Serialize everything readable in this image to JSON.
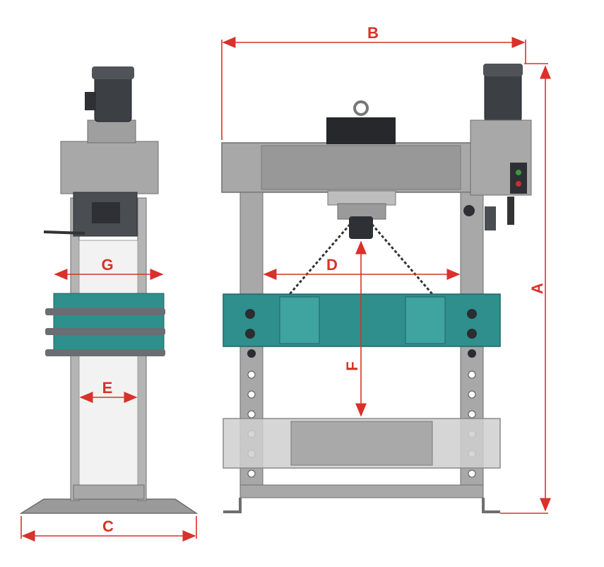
{
  "labels": {
    "a": "A",
    "b": "B",
    "c": "C",
    "d": "D",
    "e": "E",
    "f": "F",
    "g": "G"
  },
  "colors": {
    "dimension": "#d9312b",
    "frame": "#a8a8a8",
    "frame_dark": "#6e6e6e",
    "beam": "#2e8f8c",
    "motor": "#3c3f44",
    "base": "#9a9a9a"
  }
}
